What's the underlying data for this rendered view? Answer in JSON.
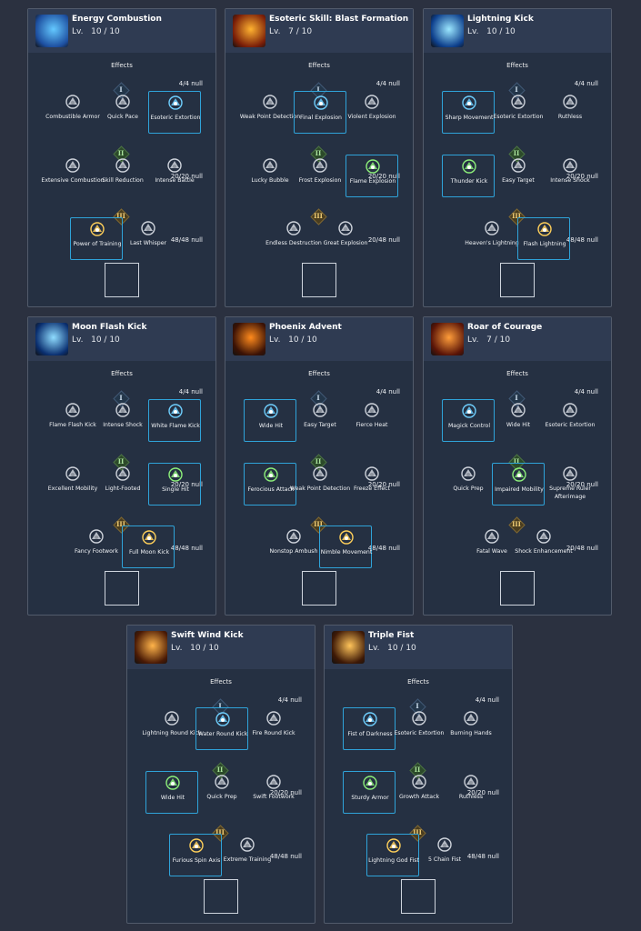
{
  "effects_label": "Effects",
  "level_prefix": "Lv.",
  "cards": [
    {
      "name": "Energy Combustion",
      "level": "10 / 10",
      "icon": "energy-combustion-icon",
      "tiers": [
        {
          "badge": "I",
          "count": "4/4 null",
          "options": [
            {
              "label": "Combustible Armor",
              "icon": "armor-icon",
              "selected": false
            },
            {
              "label": "Quick Pace",
              "icon": "pace-icon",
              "selected": false
            },
            {
              "label": "Esoteric Extortion",
              "icon": "extortion-icon",
              "selected": true
            }
          ]
        },
        {
          "badge": "II",
          "count": "20/20 null",
          "options": [
            {
              "label": "Extensive Combustion",
              "icon": "stopwatch-icon",
              "selected": false
            },
            {
              "label": "Skill Reduction",
              "icon": "reduction-icon",
              "selected": false
            },
            {
              "label": "Intense Battle",
              "icon": "battle-icon",
              "selected": false
            }
          ]
        },
        {
          "badge": "III",
          "count": "48/48 null",
          "options": [
            {
              "label": "Power of Training",
              "icon": "training-icon",
              "selected": true
            },
            {
              "label": "Last Whisper",
              "icon": "whisper-icon",
              "selected": false
            }
          ]
        }
      ]
    },
    {
      "name": "Esoteric Skill: Blast Formation",
      "level": "7 / 10",
      "icon": "blast-formation-icon",
      "tiers": [
        {
          "badge": "I",
          "count": "4/4 null",
          "options": [
            {
              "label": "Weak Point Detection",
              "icon": "weak-point-icon",
              "selected": false
            },
            {
              "label": "Final Explosion",
              "icon": "final-explosion-icon",
              "selected": true
            },
            {
              "label": "Violent Explosion",
              "icon": "violent-explosion-icon",
              "selected": false
            }
          ]
        },
        {
          "badge": "II",
          "count": "20/20 null",
          "options": [
            {
              "label": "Lucky Bubble",
              "icon": "bubble-icon",
              "selected": false
            },
            {
              "label": "Frost Explosion",
              "icon": "frost-icon",
              "selected": false
            },
            {
              "label": "Flame Explosion",
              "icon": "flame-icon",
              "selected": true
            }
          ]
        },
        {
          "badge": "III",
          "count": "20/48 null",
          "options": [
            {
              "label": "Endless Destruction",
              "icon": "destruction-icon",
              "selected": false
            },
            {
              "label": "Great Explosion",
              "icon": "great-explosion-icon",
              "selected": false
            }
          ]
        }
      ]
    },
    {
      "name": "Lightning Kick",
      "level": "10 / 10",
      "icon": "lightning-kick-icon",
      "tiers": [
        {
          "badge": "I",
          "count": "4/4 null",
          "options": [
            {
              "label": "Sharp Movement",
              "icon": "sharp-movement-icon",
              "selected": true
            },
            {
              "label": "Esoteric Extortion",
              "icon": "extortion-icon",
              "selected": false
            },
            {
              "label": "Ruthless",
              "icon": "ruthless-icon",
              "selected": false
            }
          ]
        },
        {
          "badge": "II",
          "count": "20/20 null",
          "options": [
            {
              "label": "Thunder Kick",
              "icon": "thunder-icon",
              "selected": true
            },
            {
              "label": "Easy Target",
              "icon": "target-icon",
              "selected": false
            },
            {
              "label": "Intense Shock",
              "icon": "shock-icon",
              "selected": false
            }
          ]
        },
        {
          "badge": "III",
          "count": "48/48 null",
          "options": [
            {
              "label": "Heaven's Lightning",
              "icon": "heaven-icon",
              "selected": false
            },
            {
              "label": "Flash Lightning",
              "icon": "flash-icon",
              "selected": true
            }
          ]
        }
      ]
    },
    {
      "name": "Moon Flash Kick",
      "level": "10 / 10",
      "icon": "moon-flash-kick-icon",
      "tiers": [
        {
          "badge": "I",
          "count": "4/4 null",
          "options": [
            {
              "label": "Flame Flash Kick",
              "icon": "flame-flash-icon",
              "selected": false
            },
            {
              "label": "Intense Shock",
              "icon": "shock-icon",
              "selected": false
            },
            {
              "label": "White Flame Kick",
              "icon": "white-flame-icon",
              "selected": true
            }
          ]
        },
        {
          "badge": "II",
          "count": "20/20 null",
          "options": [
            {
              "label": "Excellent Mobility",
              "icon": "mobility-icon",
              "selected": false
            },
            {
              "label": "Light-Footed",
              "icon": "light-footed-icon",
              "selected": false
            },
            {
              "label": "Single Hit",
              "icon": "single-hit-icon",
              "selected": true
            }
          ]
        },
        {
          "badge": "III",
          "count": "48/48 null",
          "options": [
            {
              "label": "Fancy Footwork",
              "icon": "footwork-icon",
              "selected": false
            },
            {
              "label": "Full Moon Kick",
              "icon": "full-moon-icon",
              "selected": true
            }
          ]
        }
      ]
    },
    {
      "name": "Phoenix Advent",
      "level": "10 / 10",
      "icon": "phoenix-advent-icon",
      "tiers": [
        {
          "badge": "I",
          "count": "4/4 null",
          "options": [
            {
              "label": "Wide Hit",
              "icon": "wide-hit-icon",
              "selected": true
            },
            {
              "label": "Easy Target",
              "icon": "target-icon",
              "selected": false
            },
            {
              "label": "Fierce Heat",
              "icon": "heat-icon",
              "selected": false
            }
          ]
        },
        {
          "badge": "II",
          "count": "20/20 null",
          "options": [
            {
              "label": "Ferocious Attack",
              "icon": "ferocious-icon",
              "selected": true
            },
            {
              "label": "Weak Point Detection",
              "icon": "weak-point-icon",
              "selected": false
            },
            {
              "label": "Freeze Effect",
              "icon": "freeze-icon",
              "selected": false
            }
          ]
        },
        {
          "badge": "III",
          "count": "48/48 null",
          "options": [
            {
              "label": "Nonstop Ambush",
              "icon": "ambush-icon",
              "selected": false
            },
            {
              "label": "Nimble Movement",
              "icon": "nimble-icon",
              "selected": true
            }
          ]
        }
      ]
    },
    {
      "name": "Roar of Courage",
      "level": "7 / 10",
      "icon": "roar-of-courage-icon",
      "tiers": [
        {
          "badge": "I",
          "count": "4/4 null",
          "options": [
            {
              "label": "Magick Control",
              "icon": "magick-icon",
              "selected": true
            },
            {
              "label": "Wide Hit",
              "icon": "wide-hit-icon",
              "selected": false
            },
            {
              "label": "Esoteric Extortion",
              "icon": "extortion-icon",
              "selected": false
            }
          ]
        },
        {
          "badge": "II",
          "count": "20/20 null",
          "options": [
            {
              "label": "Quick Prep",
              "icon": "prep-icon",
              "selected": false
            },
            {
              "label": "Impaired Mobility",
              "icon": "impaired-icon",
              "selected": true
            },
            {
              "label": "Supreme Ruler Afterimage",
              "icon": "afterimage-icon",
              "selected": false
            }
          ]
        },
        {
          "badge": "III",
          "count": "20/48 null",
          "options": [
            {
              "label": "Fatal Wave",
              "icon": "wave-icon",
              "selected": false
            },
            {
              "label": "Shock Enhancement",
              "icon": "enhancement-icon",
              "selected": false
            }
          ]
        }
      ]
    },
    {
      "name": "Swift Wind Kick",
      "level": "10 / 10",
      "icon": "swift-wind-kick-icon",
      "tiers": [
        {
          "badge": "I",
          "count": "4/4 null",
          "options": [
            {
              "label": "Lightning Round Kick",
              "icon": "lightning-round-icon",
              "selected": false
            },
            {
              "label": "Water Round Kick",
              "icon": "water-icon",
              "selected": true
            },
            {
              "label": "Fire Round Kick",
              "icon": "fire-icon",
              "selected": false
            }
          ]
        },
        {
          "badge": "II",
          "count": "20/20 null",
          "options": [
            {
              "label": "Wide Hit",
              "icon": "wide-hit-icon",
              "selected": true
            },
            {
              "label": "Quick Prep",
              "icon": "prep-icon",
              "selected": false
            },
            {
              "label": "Swift Footwork",
              "icon": "swift-footwork-icon",
              "selected": false
            }
          ]
        },
        {
          "badge": "III",
          "count": "48/48 null",
          "options": [
            {
              "label": "Furious Spin Axis",
              "icon": "spin-icon",
              "selected": true
            },
            {
              "label": "Extreme Training",
              "icon": "extreme-icon",
              "selected": false
            }
          ]
        }
      ]
    },
    {
      "name": "Triple Fist",
      "level": "10 / 10",
      "icon": "triple-fist-icon",
      "tiers": [
        {
          "badge": "I",
          "count": "4/4 null",
          "options": [
            {
              "label": "Fist of Darkness",
              "icon": "darkness-icon",
              "selected": true
            },
            {
              "label": "Esoteric Extortion",
              "icon": "extortion-icon",
              "selected": false
            },
            {
              "label": "Burning Hands",
              "icon": "burning-icon",
              "selected": false
            }
          ]
        },
        {
          "badge": "II",
          "count": "20/20 null",
          "options": [
            {
              "label": "Sturdy Armor",
              "icon": "sturdy-icon",
              "selected": true
            },
            {
              "label": "Growth Attack",
              "icon": "growth-icon",
              "selected": false
            },
            {
              "label": "Ruthless",
              "icon": "ruthless-icon",
              "selected": false
            }
          ]
        },
        {
          "badge": "III",
          "count": "48/48 null",
          "options": [
            {
              "label": "Lightning God Fist",
              "icon": "god-fist-icon",
              "selected": true
            },
            {
              "label": "5 Chain Fist",
              "icon": "chain-icon",
              "selected": false
            }
          ]
        }
      ]
    }
  ]
}
